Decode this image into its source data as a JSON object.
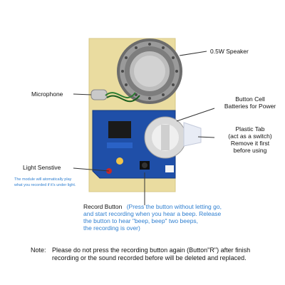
{
  "labels": {
    "speaker": "0.5W Speaker",
    "microphone": "Microphone",
    "battery": [
      "Button Cell",
      "Batteries for Power"
    ],
    "plastic_tab": [
      "Plastic Tab",
      "(act as a switch)",
      "Remove it first",
      "before using"
    ],
    "light_sensitive": "Light Senstive",
    "light_note": [
      "The module will atomatically play",
      "what you recorded if it’s under light."
    ],
    "record_button_title": "Record Button",
    "record_button_desc": [
      "(Press the button without letting go,",
      "and start recording when you hear a beep. Release",
      "the button to hear \"beep, beep\" two beeps,",
      "the recording is over)"
    ],
    "note_label": "Note:",
    "note_lines": [
      "Please do not press the recording button again (Button\"R\") after finish",
      "recording or the sound recorded before will be deleted and replaced."
    ]
  },
  "colors": {
    "pcb_blue": "#1f4fa8",
    "board_backing": "#eadca0",
    "label_blue": "#2f7fd0",
    "speaker_gray": "#8d8d8d"
  }
}
